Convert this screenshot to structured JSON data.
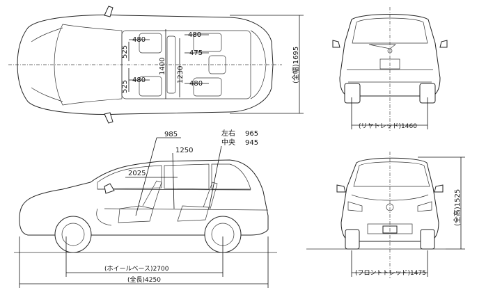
{
  "top_view": {
    "seat_width_front": "480",
    "seat_width_front_lower": "480",
    "seat_width_rear_upper": "480",
    "seat_width_rear_mid": "475",
    "seat_width_rear_lower": "480",
    "seat_gap_upper": "525",
    "seat_gap_lower": "525",
    "interior_width_1": "1400",
    "interior_width_2": "1230",
    "overall_width": "(全幅)1695"
  },
  "rear_view": {
    "rear_tread": "(リヤトレッド)1460"
  },
  "front_view": {
    "front_tread": "(フロントトレッド)1475",
    "overall_height": "(全高)1525"
  },
  "side_view": {
    "dim_985": "985",
    "dim_1250": "1250",
    "dim_2025": "2025",
    "lr_label": "左右",
    "lr_value": "965",
    "center_label": "中央",
    "center_value": "945",
    "wheelbase": "(ホイールベース)2700",
    "overall_length": "(全長)4250"
  }
}
